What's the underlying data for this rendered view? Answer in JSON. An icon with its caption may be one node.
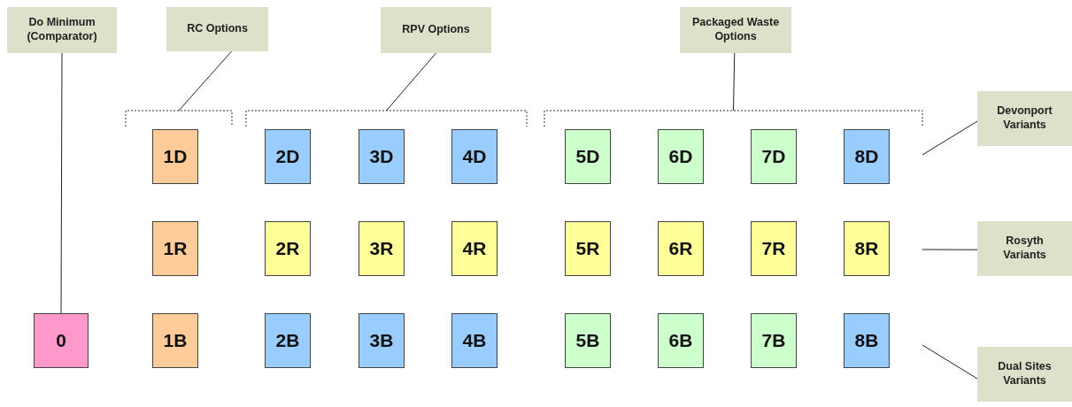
{
  "diagram": {
    "nodes": [
      {
        "text": [
          "Do Minimum (Comparator)"
        ]
      },
      {
        "text": [
          "RC Options"
        ]
      },
      {
        "text": [
          "RPV Options"
        ]
      },
      {
        "text": [
          "Packaged Waste Options"
        ]
      },
      {
        "text": [
          "1D"
        ]
      },
      {
        "text": [
          "2D"
        ]
      },
      {
        "text": [
          "3D"
        ]
      },
      {
        "text": [
          "4D"
        ]
      },
      {
        "text": [
          "5D"
        ]
      },
      {
        "text": [
          "6D"
        ]
      },
      {
        "text": [
          "7D"
        ]
      },
      {
        "text": [
          "8D"
        ]
      },
      {
        "text": [
          "Devonport Variants"
        ]
      },
      {
        "text": [
          "1R"
        ]
      },
      {
        "text": [
          "2R"
        ]
      },
      {
        "text": [
          "3R"
        ]
      },
      {
        "text": [
          "4R"
        ]
      },
      {
        "text": [
          "5R"
        ]
      },
      {
        "text": [
          "6R"
        ]
      },
      {
        "text": [
          "7R"
        ]
      },
      {
        "text": [
          "8R"
        ]
      },
      {
        "text": [
          "Rosyth Variants"
        ]
      },
      {
        "text": [
          "0"
        ]
      },
      {
        "text": [
          "1B"
        ]
      },
      {
        "text": [
          "2B"
        ]
      },
      {
        "text": [
          "3B"
        ]
      },
      {
        "text": [
          "4B"
        ]
      },
      {
        "text": [
          "5B"
        ]
      },
      {
        "text": [
          "6B"
        ]
      },
      {
        "text": [
          "7B"
        ]
      },
      {
        "text": [
          "8B"
        ]
      },
      {
        "text": [
          "Dual Sites Variants"
        ]
      },
      {
        "text": [],
        "shape": "bracket"
      },
      {
        "text": [],
        "shape": "bracket"
      },
      {
        "text": [],
        "shape": "bracket"
      }
    ],
    "edges": [
      {
        "from": 0,
        "to": 22,
        "arrow": "none"
      },
      {
        "from": 1,
        "to": 32,
        "arrow": "none"
      },
      {
        "from": 2,
        "to": 33,
        "arrow": "none"
      },
      {
        "from": 3,
        "to": 34,
        "arrow": "none"
      },
      {
        "from": 12,
        "to": null,
        "arrow": "none"
      },
      {
        "from": 21,
        "to": null,
        "arrow": "none"
      },
      {
        "from": 31,
        "to": null,
        "arrow": "none"
      }
    ]
  }
}
